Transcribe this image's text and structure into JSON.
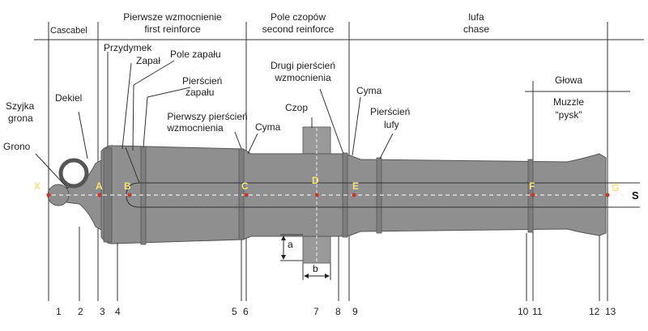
{
  "sections": {
    "cascabel": "Cascabel",
    "first_reinforce_pl": "Pierwsze wzmocnienie",
    "first_reinforce_en": "first reinforce",
    "second_reinforce_pl": "Pole czopów",
    "second_reinforce_en": "second reinforce",
    "chase_pl": "lufa",
    "chase_en": "chase"
  },
  "parts": {
    "przydymek": "Przydymek",
    "zapal": "Zapał",
    "pole_zapalu": "Pole zapału",
    "pierscien_zapalu_1": "Pierścień",
    "pierscien_zapalu_2": "zapału",
    "drugi_pierscien_1": "Drugi pierścień",
    "drugi_pierscien_2": "wzmocnienia",
    "cyma_right": "Cyma",
    "pierscien_lufy_1": "Pierścień",
    "pierscien_lufy_2": "lufy",
    "szyjka_1": "Szyjka",
    "szyjka_2": "grona",
    "dekiel": "Dekiel",
    "grono": "Grono",
    "czop": "Czop",
    "pierwszy_pierscien_1": "Pierwszy pierścień",
    "pierwszy_pierscien_2": "wzmocnienia",
    "cyma_left": "Cyma",
    "glowa": "Głowa",
    "muzzle": "Muzzle",
    "pysk": "“pysk”"
  },
  "points": [
    "X",
    "A",
    "B",
    "C",
    "D",
    "E",
    "F",
    "G"
  ],
  "bore_label": "S",
  "dimensions": {
    "a": "a",
    "b": "b"
  },
  "numbers": [
    "1",
    "2",
    "3",
    "4",
    "5",
    "6",
    "7",
    "8",
    "9",
    "10",
    "11",
    "12",
    "13"
  ],
  "colors": {
    "barrel_fill": "#8f8f8f",
    "barrel_stroke": "#555555",
    "trunnion_fill": "#9a9a9a",
    "point_dot": "#c0392b",
    "point_label": "#f4e27a"
  }
}
